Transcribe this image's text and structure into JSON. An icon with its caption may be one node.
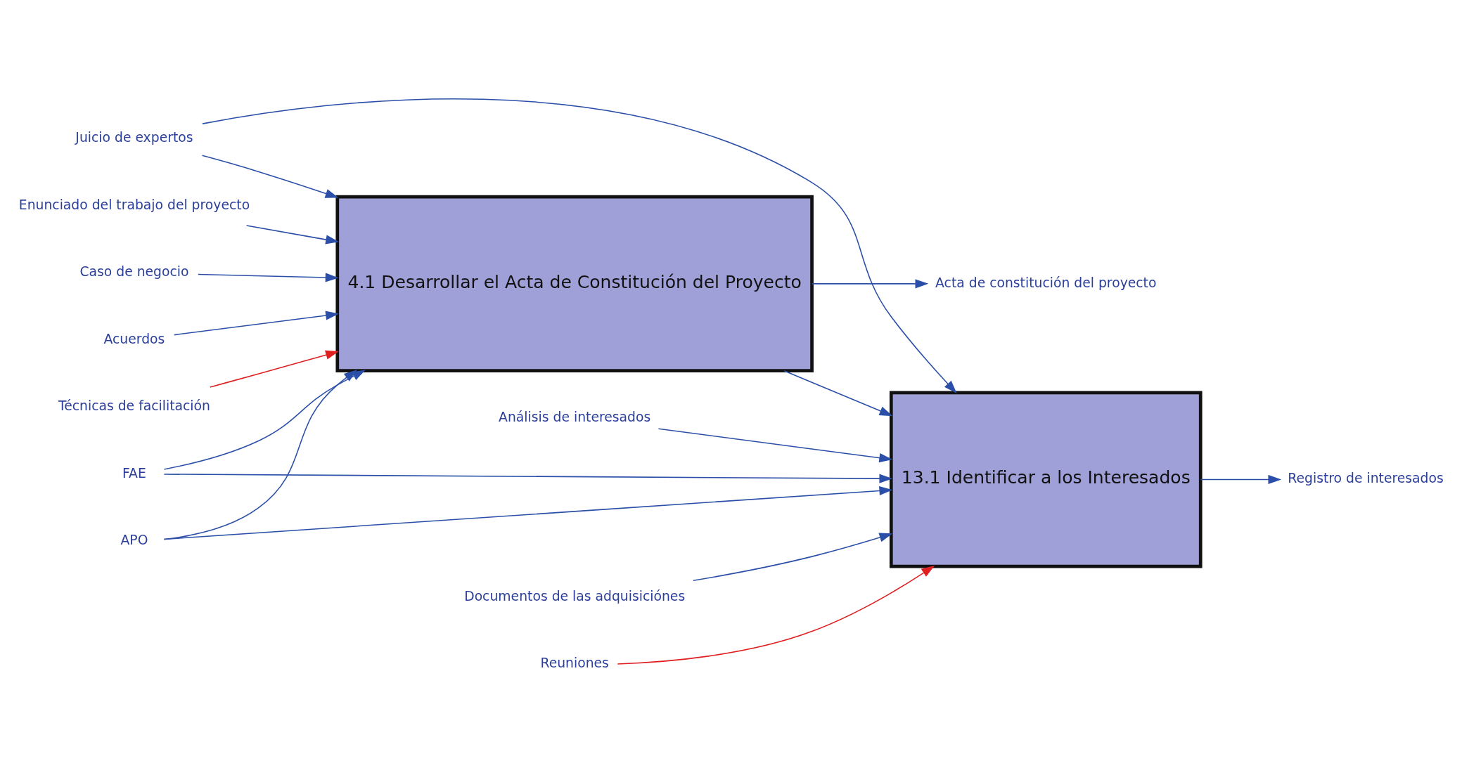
{
  "diagram": {
    "nodes": [
      {
        "text": [
          "Juicio de expertos"
        ]
      },
      {
        "text": [
          "Análisis de interesados"
        ]
      },
      {
        "text": [
          "Enunciado del trabajo del proyecto"
        ]
      },
      {
        "text": [
          "Caso de negocio"
        ]
      },
      {
        "text": [
          "Acuerdos"
        ]
      },
      {
        "text": [
          "FAE"
        ]
      },
      {
        "text": [
          "APO"
        ]
      },
      {
        "text": [
          "4.1 Desarrollar el Acta de Constitución del Proyecto"
        ]
      },
      {
        "text": [
          "Acta de constitución del proyecto"
        ]
      },
      {
        "text": [
          "13.1 Identificar a los Interesados"
        ]
      },
      {
        "text": [
          "Registro de interesados"
        ]
      },
      {
        "text": [
          "Documentos de las adquisiciónes"
        ]
      },
      {
        "text": [
          "Técnicas de facilitación"
        ]
      },
      {
        "text": [
          "Reuniones"
        ]
      }
    ],
    "edges": [
      {
        "from": 0,
        "to": 7,
        "arrow": "to"
      },
      {
        "from": 0,
        "to": 9,
        "arrow": "to"
      },
      {
        "from": 1,
        "to": 9,
        "arrow": "to"
      },
      {
        "from": 2,
        "to": 7,
        "arrow": "to"
      },
      {
        "from": 3,
        "to": 7,
        "arrow": "to"
      },
      {
        "from": 4,
        "to": 7,
        "arrow": "to"
      },
      {
        "from": 5,
        "to": 7,
        "arrow": "to"
      },
      {
        "from": 5,
        "to": 9,
        "arrow": "to"
      },
      {
        "from": 6,
        "to": 7,
        "arrow": "to"
      },
      {
        "from": 6,
        "to": 9,
        "arrow": "to"
      },
      {
        "from": 7,
        "to": 8,
        "arrow": "to"
      },
      {
        "from": 7,
        "to": 9,
        "arrow": "to"
      },
      {
        "from": 9,
        "to": 10,
        "arrow": "to"
      },
      {
        "from": 11,
        "to": 9,
        "arrow": "to"
      },
      {
        "from": 12,
        "to": 7,
        "arrow": "to",
        "color": "#e02020"
      },
      {
        "from": 13,
        "to": 9,
        "arrow": "to",
        "color": "#e02020"
      }
    ]
  }
}
